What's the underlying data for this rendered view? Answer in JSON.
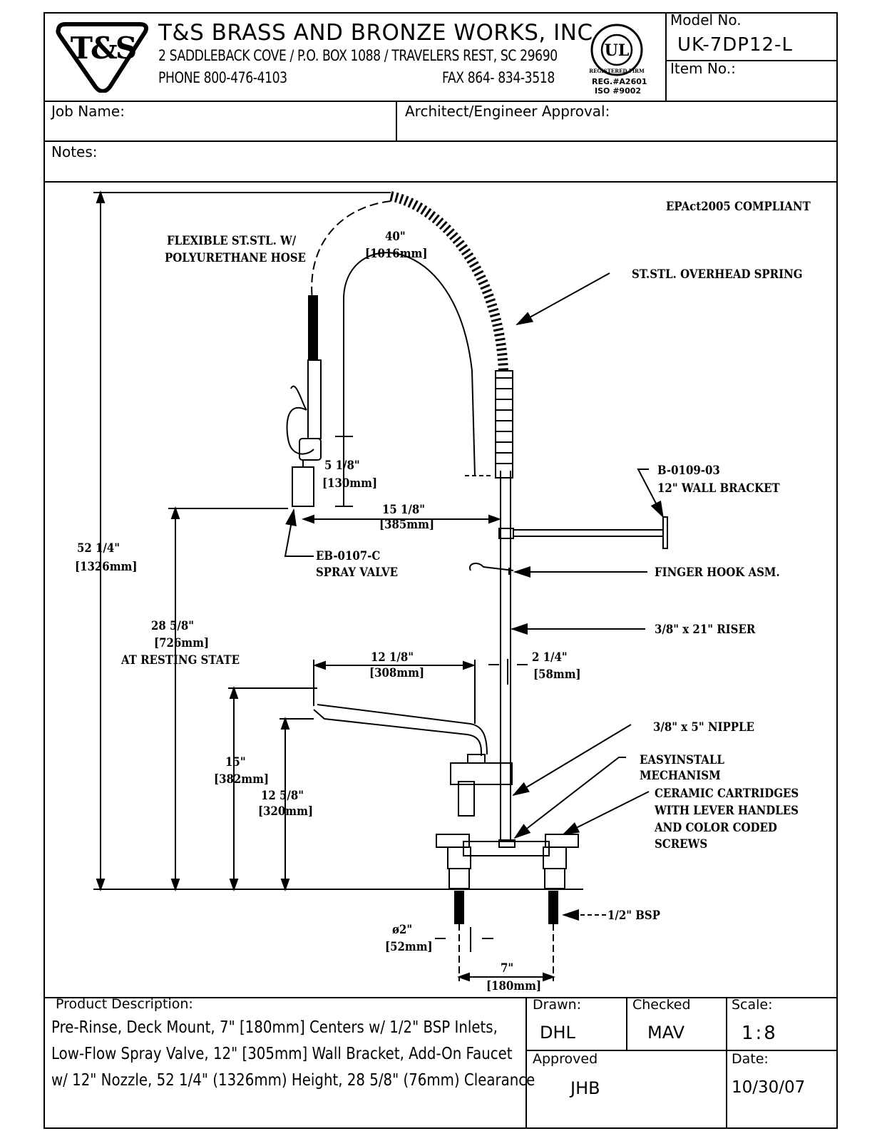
{
  "company": {
    "logo_text": "T&S",
    "name": "T&S BRASS AND BRONZE WORKS, INC.",
    "address": "2 SADDLEBACK COVE / P.O. BOX 1088 / TRAVELERS REST, SC 29690",
    "phone": "PHONE 800-476-4103",
    "fax": "FAX 864- 834-3518",
    "ul_mark": "UL",
    "ul_ring_text": "REGISTERED FIRM",
    "reg": "REG.#A2601",
    "iso": "ISO #9002"
  },
  "model": {
    "label": "Model No.",
    "value": "UK-7DP12-L",
    "item_label": "Item No.:",
    "item_value": ""
  },
  "fields": {
    "job_name_label": "Job Name:",
    "architect_label": "Architect/Engineer Approval:",
    "notes_label": "Notes:"
  },
  "drawing": {
    "compliance": "EPAct2005 COMPLIANT",
    "callouts": {
      "hose_1": "FLEXIBLE ST.STL. W/",
      "hose_2": "POLYURETHANE HOSE",
      "spring": "ST.STL. OVERHEAD SPRING",
      "bracket_1": "B-0109-03",
      "bracket_2": "12\" WALL BRACKET",
      "spray_1": "EB-0107-C",
      "spray_2": "SPRAY VALVE",
      "finger_hook": "FINGER HOOK ASM.",
      "riser": "3/8\" x 21\" RISER",
      "nipple": "3/8\" x 5\" NIPPLE",
      "easy_1": "EASYINSTALL",
      "easy_2": "MECHANISM",
      "ceramic_1": "CERAMIC CARTRIDGES",
      "ceramic_2": "WITH LEVER HANDLES",
      "ceramic_3": "AND COLOR CODED",
      "ceramic_4": "SCREWS",
      "bsp": "1/2\" BSP",
      "resting": "AT RESTING STATE"
    },
    "dims": {
      "hose_len_in": "40\"",
      "hose_len_mm": "[1016mm]",
      "valve_drop_in": "5 1/8\"",
      "valve_drop_mm": "[130mm]",
      "reach_in": "15 1/8\"",
      "reach_mm": "[385mm]",
      "height_in": "52 1/4\"",
      "height_mm": "[1326mm]",
      "clear_in": "28 5/8\"",
      "clear_mm": "[726mm]",
      "nozzle_in": "12 1/8\"",
      "nozzle_mm": "[308mm]",
      "riser_off_in": "2 1/4\"",
      "riser_off_mm": "[58mm]",
      "spout_h_in": "15\"",
      "spout_h_mm": "[382mm]",
      "spout_tip_in": "12 5/8\"",
      "spout_tip_mm": "[320mm]",
      "hole_in": "ø2\"",
      "hole_mm": "[52mm]",
      "centers_in": "7\"",
      "centers_mm": "[180mm]"
    }
  },
  "footer": {
    "desc_label": "Product Description:",
    "desc_lines": [
      "Pre-Rinse, Deck Mount, 7\" [180mm] Centers w/ 1/2\" BSP Inlets,",
      "Low-Flow Spray Valve, 12\" [305mm] Wall Bracket, Add-On Faucet",
      "w/ 12\" Nozzle, 52 1/4\" (1326mm) Height, 28 5/8\" (76mm) Clearance"
    ],
    "drawn_label": "Drawn:",
    "drawn_value": "DHL",
    "checked_label": "Checked",
    "checked_value": "MAV",
    "scale_label": "Scale:",
    "scale_value": "1:8",
    "approved_label": "Approved",
    "approved_value": "JHB",
    "date_label": "Date:",
    "date_value": "10/30/07"
  }
}
